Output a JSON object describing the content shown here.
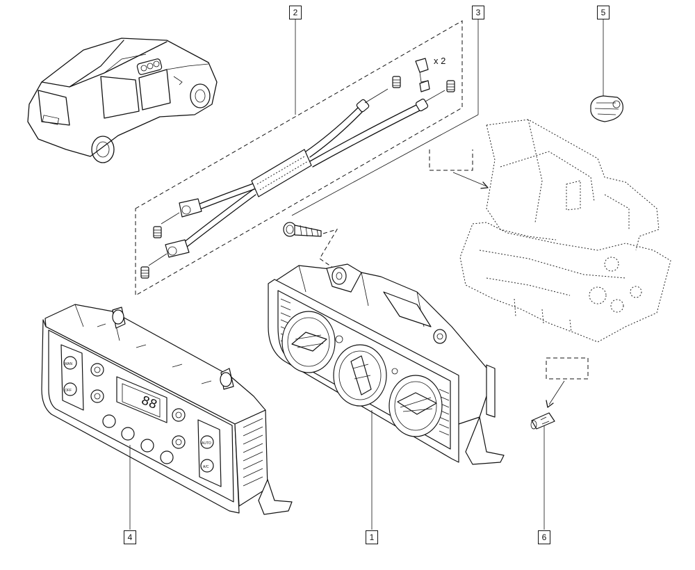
{
  "callouts": {
    "c1": "1",
    "c2": "2",
    "c3": "3",
    "c4": "4",
    "c5": "5",
    "c6": "6"
  },
  "quantity_note": "x 2",
  "display_digits": "88",
  "panel_button_labels": [
    "MAN",
    "OFF",
    "AUTO",
    "A/C"
  ]
}
